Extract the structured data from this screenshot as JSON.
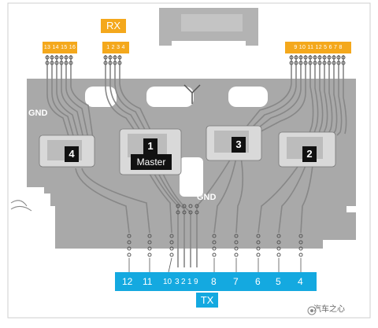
{
  "rx_label": "RX",
  "tx_label": "TX",
  "rx_pin_groups": [
    "13 14 15 16",
    "1 2 3 4",
    "9 10 11 12 5 6 7 8"
  ],
  "chip_labels": [
    "4",
    "1",
    "3",
    "2"
  ],
  "master_label": "Master",
  "gnd_label": "GND",
  "tx_numbers": [
    "12",
    "11",
    "10",
    "3",
    "2",
    "1",
    "9",
    "8",
    "7",
    "6",
    "5",
    "4"
  ],
  "watermark": "汽车之心",
  "colors": {
    "rx_orange": "#f4a81c",
    "tx_blue": "#14a9e0",
    "board_gray": "#a9a9a9",
    "trace_gray": "#8f8f8f",
    "chip_black": "#111111"
  }
}
